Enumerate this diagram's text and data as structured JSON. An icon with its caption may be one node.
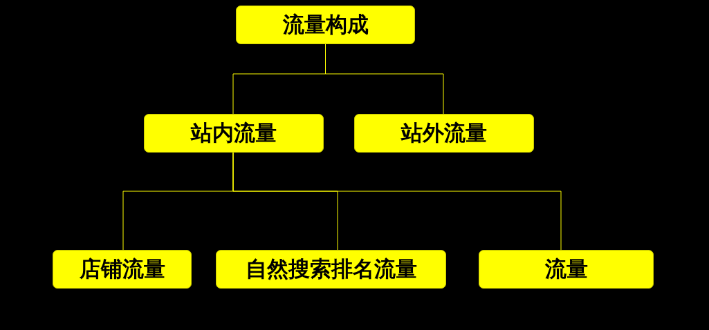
{
  "diagram": {
    "nodes": [
      {
        "text": [
          "流量构成"
        ]
      },
      {
        "text": [
          "站内流量"
        ]
      },
      {
        "text": [
          "站外流量"
        ]
      },
      {
        "text": [
          "店铺流量"
        ]
      },
      {
        "text": [
          "自然搜索排名流量"
        ]
      },
      {
        "text": [
          "流量"
        ]
      }
    ],
    "edges": [
      {
        "from": 0,
        "to": 1,
        "arrow": "none"
      },
      {
        "from": 0,
        "to": 2,
        "arrow": "none"
      },
      {
        "from": 1,
        "to": 3,
        "arrow": "none"
      },
      {
        "from": 1,
        "to": 4,
        "arrow": "none"
      },
      {
        "from": 1,
        "to": 5,
        "arrow": "none"
      }
    ]
  }
}
